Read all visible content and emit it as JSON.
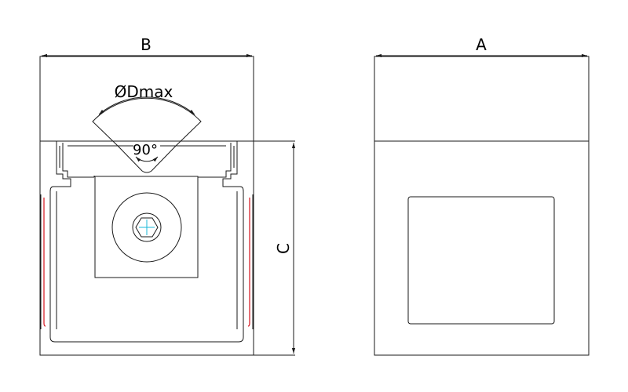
{
  "dimensions": {
    "width_label": "B",
    "depth_label": "A",
    "height_label": "C",
    "diameter_label": "ØDmax",
    "angle_label": "90°"
  },
  "colors": {
    "line": "#1a1a1a",
    "accent_red": "#d9232d",
    "accent_cyan": "#19b8d8",
    "background": "#ffffff"
  },
  "icons": {
    "screw": "hex-socket-screw-icon"
  }
}
